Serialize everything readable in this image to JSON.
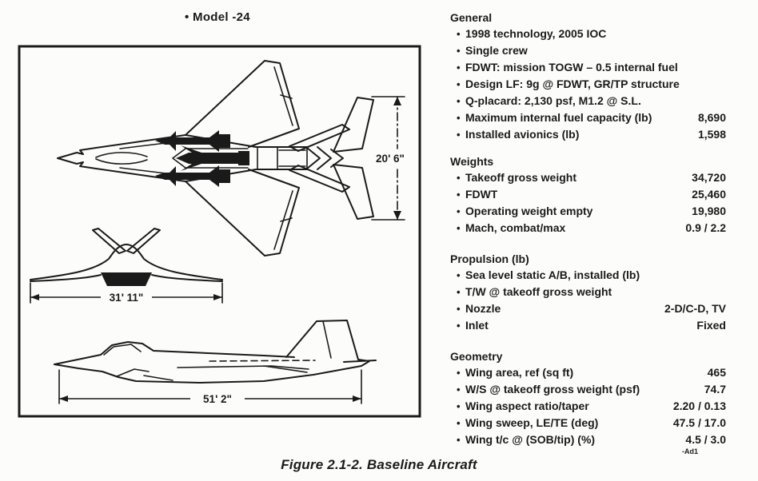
{
  "page": {
    "title": "• Model -24",
    "caption": "Figure 2.1-2.  Baseline Aircraft",
    "footnote": "-Ad1"
  },
  "glyphs": {
    "bullet": "•"
  },
  "colors": {
    "ink": "#1a1a1a",
    "paper": "#fcfcfa"
  },
  "drawing": {
    "views": [
      "top-view",
      "front-view",
      "side-view"
    ],
    "dimensions": {
      "tail_span": "20' 6\"",
      "wing_span": "31' 11\"",
      "length": "51' 2\""
    }
  },
  "specs": {
    "sections": [
      {
        "heading": "General",
        "items": [
          {
            "label": "1998 technology, 2005 IOC",
            "value": ""
          },
          {
            "label": "Single crew",
            "value": ""
          },
          {
            "label": "FDWT: mission TOGW – 0.5 internal fuel",
            "value": ""
          },
          {
            "label": "Design LF: 9g @ FDWT, GR/TP structure",
            "value": ""
          },
          {
            "label": "Q-placard: 2,130 psf, M1.2 @ S.L.",
            "value": ""
          },
          {
            "label": "Maximum internal fuel capacity (lb)",
            "value": "8,690"
          },
          {
            "label": "Installed avionics (lb)",
            "value": "1,598"
          }
        ]
      },
      {
        "heading": "Weights",
        "items": [
          {
            "label": "Takeoff gross weight",
            "value": "34,720"
          },
          {
            "label": "FDWT",
            "value": "25,460"
          },
          {
            "label": "Operating weight empty",
            "value": "19,980"
          },
          {
            "label": "Mach, combat/max",
            "value": "0.9 / 2.2"
          }
        ]
      },
      {
        "heading": "Propulsion (lb)",
        "items": [
          {
            "label": "Sea level static A/B, installed (lb)",
            "value": ""
          },
          {
            "label": "T/W @ takeoff gross weight",
            "value": ""
          },
          {
            "label": "Nozzle",
            "value": "2-D/C-D, TV"
          },
          {
            "label": "Inlet",
            "value": "Fixed"
          }
        ]
      },
      {
        "heading": "Geometry",
        "items": [
          {
            "label": "Wing area, ref (sq ft)",
            "value": "465"
          },
          {
            "label": "W/S @ takeoff gross weight (psf)",
            "value": "74.7"
          },
          {
            "label": "Wing aspect ratio/taper",
            "value": "2.20 / 0.13"
          },
          {
            "label": "Wing sweep, LE/TE (deg)",
            "value": "47.5 / 17.0"
          },
          {
            "label": "Wing t/c @ (SOB/tip) (%)",
            "value": "4.5 / 3.0"
          }
        ]
      }
    ]
  }
}
